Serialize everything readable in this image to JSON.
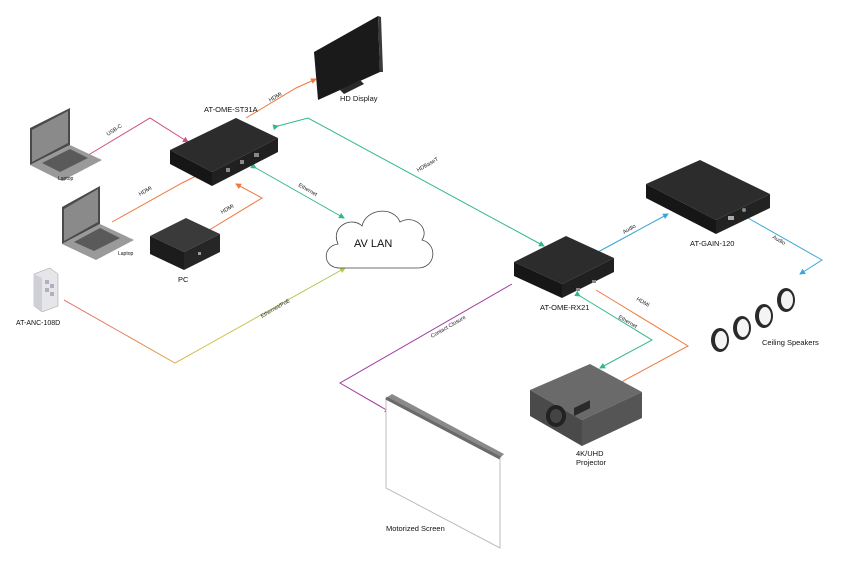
{
  "diagram": {
    "devices": {
      "hd_display": "HD Display",
      "transmitter": "AT-OME-ST31A",
      "laptop_top": "Laptop",
      "laptop_bottom": "Laptop",
      "pc": "PC",
      "lan": "AV LAN",
      "amplifier": "AT-GAIN-120",
      "receiver": "AT-OME-RX21",
      "control": "AT-ANC-108D",
      "speakers": "Ceiling Speakers",
      "projector_line1": "4K/UHD",
      "projector_line2": "Projector",
      "screen": "Motorized Screen"
    },
    "cables": {
      "usbc": "USB-C",
      "hdmi_laptop": "HDMI",
      "hdmi_pc": "HDMI",
      "hdmi_display": "HDMI",
      "ethernet_tx": "Ethernet",
      "ethernet_poe": "Ethernet/PoE",
      "hdbaset": "HDBaseT",
      "audio_amp": "Audio",
      "audio_speakers": "Audio",
      "hdmi_projector": "HDMI",
      "ethernet_projector": "Ethernet",
      "contact_closure": "Contact Closure"
    },
    "cable_colors": {
      "hdmi": "#f0783c",
      "usbc": "#d44a82",
      "ethernet": "#2fb88a",
      "poe": "#b8c84a",
      "audio": "#3aa6d8",
      "contact": "#a03aa0"
    }
  }
}
